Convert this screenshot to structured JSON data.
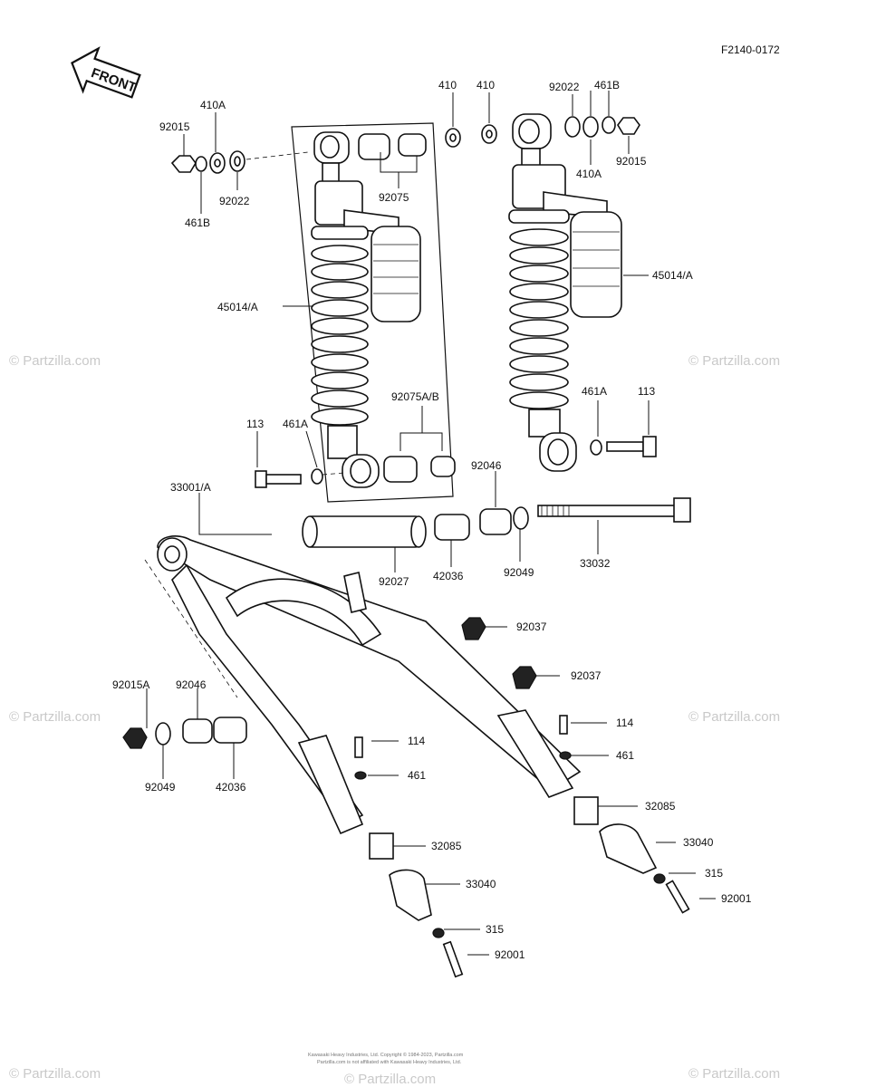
{
  "diagram_code": "F2140-0172",
  "front_label": "FRONT",
  "watermark": "© Partzilla.com",
  "footer": {
    "line1": "Kawasaki Heavy Industries, Ltd. Copyright © 1984-2023, Partzilla.com",
    "line2": "Partzilla.com is not affiliated with Kawasaki Heavy Industries, Ltd."
  },
  "part_labels": {
    "p_92015_tl": "92015",
    "p_410A_tl": "410A",
    "p_92022_tl": "92022",
    "p_461B_tl": "461B",
    "p_92075_top": "92075",
    "p_410_a": "410",
    "p_410_b": "410",
    "p_92022_tr": "92022",
    "p_461B_tr": "461B",
    "p_410A_tr": "410A",
    "p_92015_tr": "92015",
    "p_45014_l": "45014/A",
    "p_45014_r": "45014/A",
    "p_92075AB": "92075A/B",
    "p_461A_r": "461A",
    "p_113_r": "113",
    "p_113_l": "113",
    "p_461A_l": "461A",
    "p_33001": "33001/A",
    "p_92046_c": "92046",
    "p_33032": "33032",
    "p_92027": "92027",
    "p_42036_c": "42036",
    "p_92049_c": "92049",
    "p_92037_a": "92037",
    "p_92037_b": "92037",
    "p_92015A": "92015A",
    "p_92046_l": "92046",
    "p_92049_l": "92049",
    "p_42036_l": "42036",
    "p_114_l": "114",
    "p_461_l": "461",
    "p_114_r": "114",
    "p_461_r": "461",
    "p_32085_r": "32085",
    "p_33040_r": "33040",
    "p_315_r": "315",
    "p_92001_r": "92001",
    "p_32085_l": "32085",
    "p_33040_l": "33040",
    "p_315_l": "315",
    "p_92001_l": "92001"
  }
}
